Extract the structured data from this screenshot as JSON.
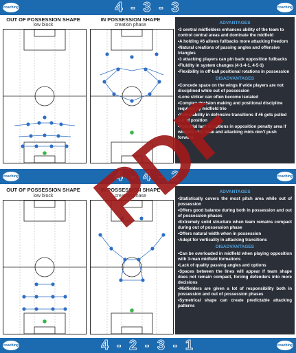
{
  "section1": {
    "formation": "4 - 3 - 3",
    "out_title": "OUT OF POSSESSION SHAPE",
    "out_sub": "low block",
    "in_title": "IN POSSESSION SHAPE",
    "in_sub": "creation phase",
    "adv_head": "ADVANTAGES",
    "advantages": [
      "•3 central midfielders enhances ability of the team to control central areas and dominate the midfield",
      "•A holding #6 allows fullbacks more attacking freedom",
      "•Natural creations of passing angles and offensive triangles",
      "•3 attacking players can pin back opposition fullbacks",
      "•Fluidity in system changes (4-1-4-1, 4-5-1)",
      "•Flexibility in off-ball positional rotations in possession"
    ],
    "dis_head": "DISADVANTAGES",
    "disadvantages": [
      "•Concede space on the wings if wide players are not disciplined while out of possession",
      "•Lone striker can often become isolated",
      "•Complex decision making and positional discipline required by midfield trio",
      "•Vulnerability in defensive transitions if #6 gets pulled out of position",
      "•Potential lack of options in opposition penalty area if wingers stay wide and attacking mids don't push forward"
    ]
  },
  "section2": {
    "formation": "4 - 4 - 2",
    "out_title": "OUT OF POSSESSION SHAPE",
    "out_sub": "low block",
    "in_title": "IN POSSESSION SHAPE",
    "in_sub": "creation phase",
    "adv_head": "ADVANTAGES",
    "advantages": [
      "•Statistically covers the most pitch area while out of possession",
      "•Offers good balance during both in possession and out of possession phases",
      "•Extremely solid structure when team remains compact during out of possession phase",
      "•Offers natural width when in possession",
      "•Adept for verticality in attacking transitions"
    ],
    "dis_head": "DISADVANTAGES",
    "disadvantages": [
      "•Can be overloaded in midfield when playing opposition with 3-man midfield formations",
      "•Lack of quality passing angles and options",
      "•Spaces between the lines will appear if team shape does not remain compact, forcing defenders into more decisions",
      "•Midfielders are given a lot of responsibility both in possession and out of possession phases",
      "•Symetrical shape can create predictable attacking patterns"
    ]
  },
  "section3": {
    "formation": "4 - 2 - 3 - 1"
  },
  "logo_text": "coaching",
  "watermark_text": "PDF",
  "colors": {
    "band": "#1c6ab0",
    "panel": "#2b2f38",
    "heading": "#4fa3e0",
    "player": "#2f6fc4",
    "keeper": "#3ab54a",
    "watermark": "#9e1a1a"
  }
}
